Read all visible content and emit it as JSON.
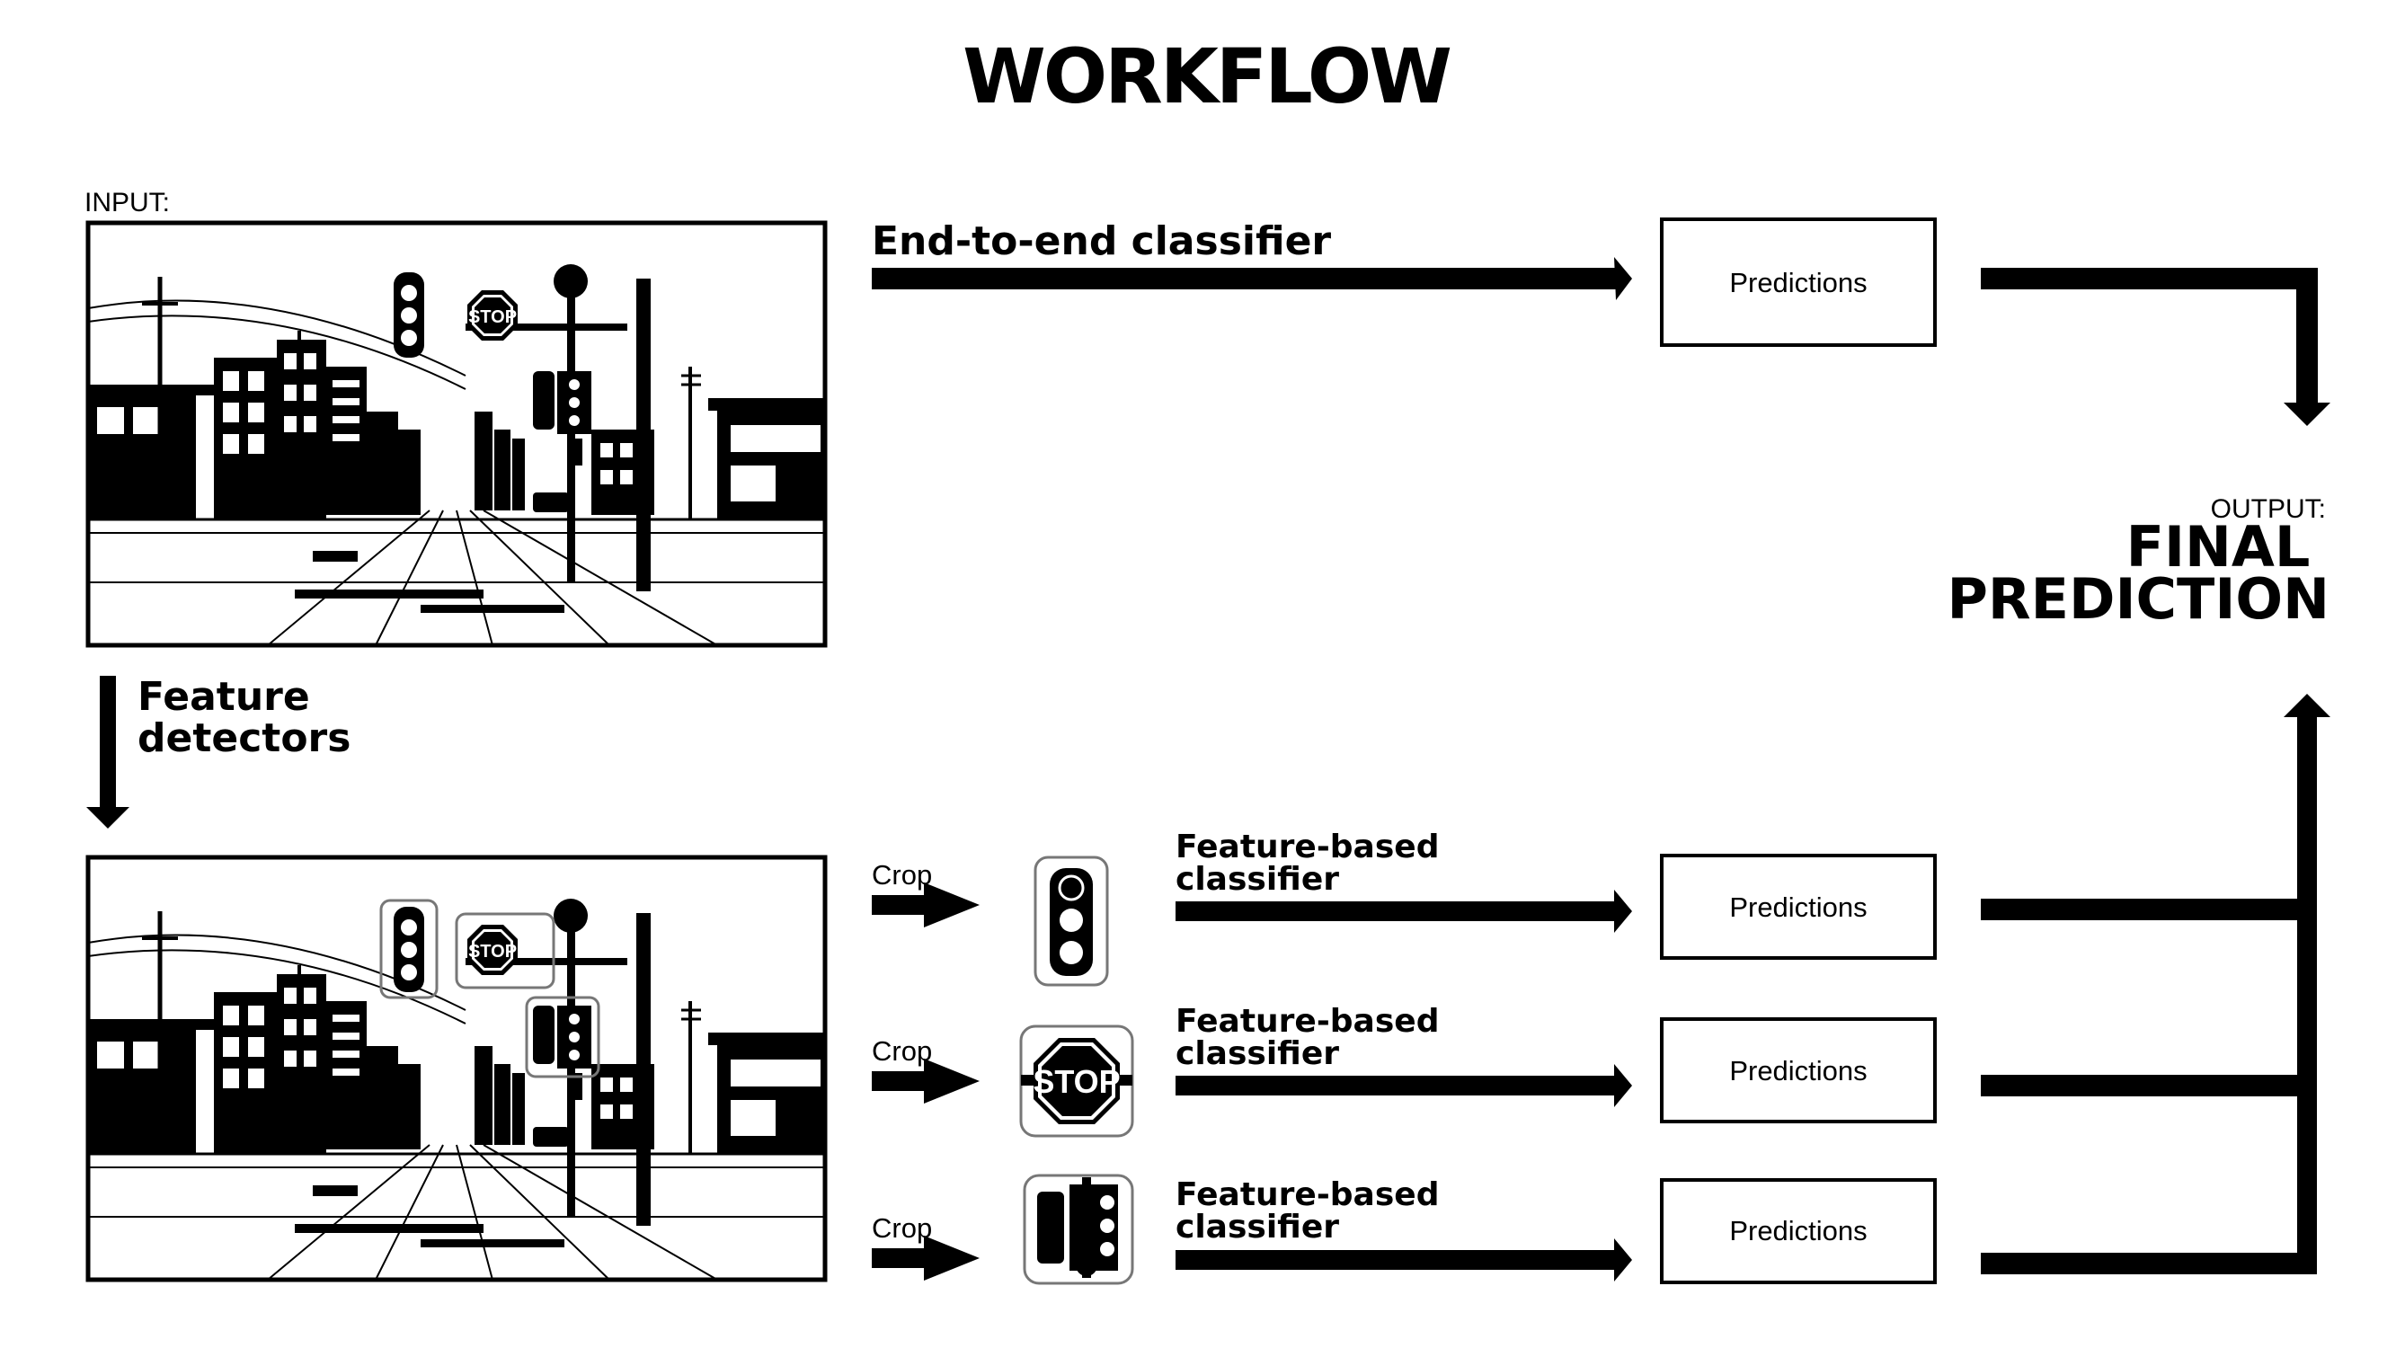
{
  "title": "WORKFLOW",
  "input_label": "INPUT:",
  "output_label": "OUTPUT:",
  "final_prediction": [
    "FINAL",
    "PREDICTION"
  ],
  "feature_detectors": [
    "Feature",
    "detectors"
  ],
  "end_to_end": "End-to-end classifier",
  "crop_label": "Crop",
  "feature_classifier": [
    "Feature-based",
    "classifier"
  ],
  "predictions": "Predictions",
  "stop_text": "STOP",
  "colors": {
    "ink": "#000000",
    "paper": "#ffffff",
    "crop_frame": "#777777"
  },
  "icons": [
    "street-scene-image",
    "traffic-light-icon",
    "stop-sign-icon",
    "side-traffic-light-icon"
  ]
}
